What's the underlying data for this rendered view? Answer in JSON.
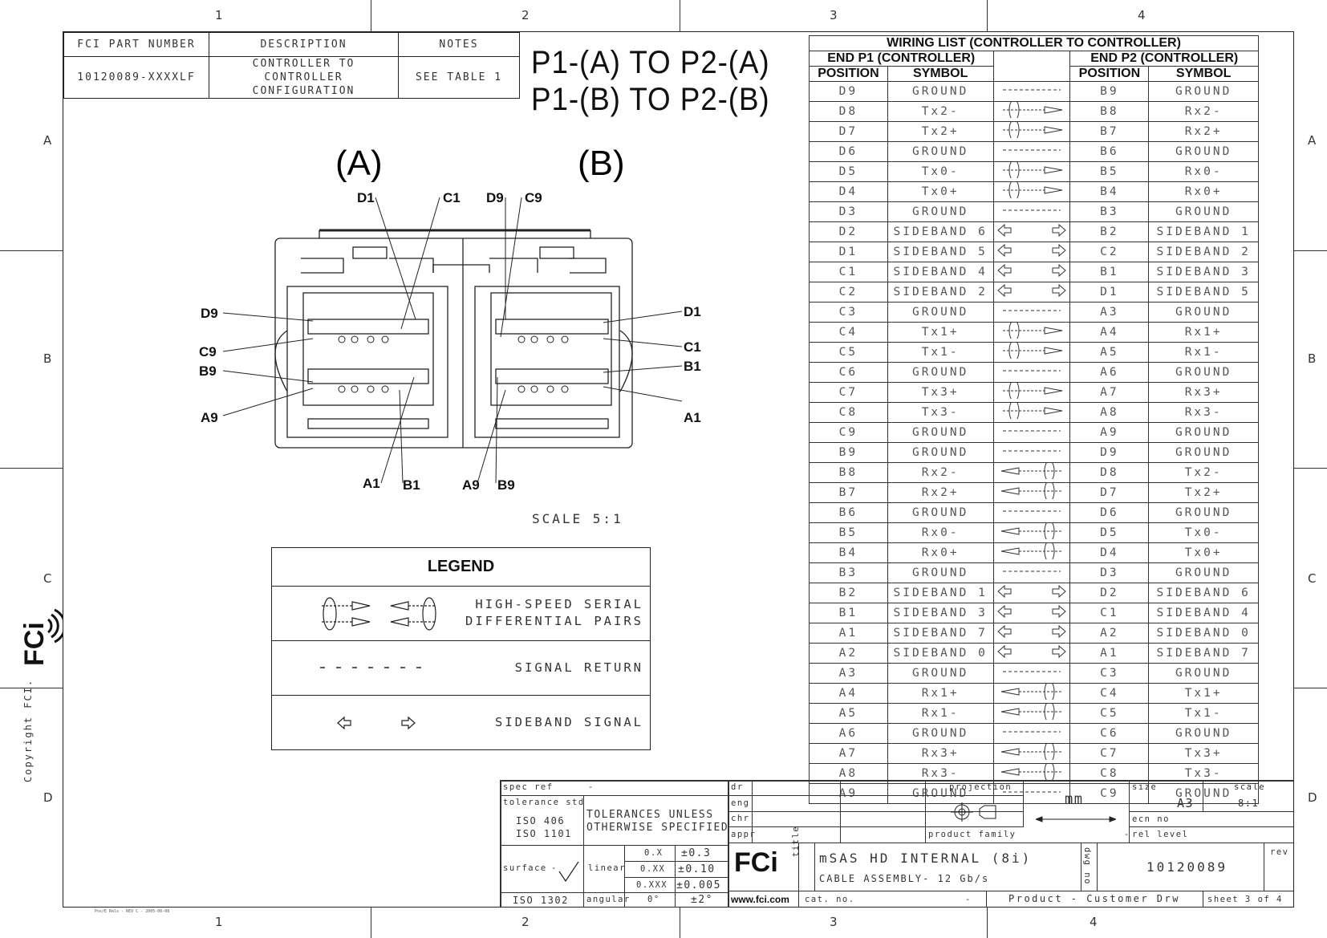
{
  "zones": {
    "cols": [
      "1",
      "2",
      "3",
      "4"
    ],
    "rows": [
      "A",
      "B",
      "C",
      "D"
    ]
  },
  "part_table": {
    "headers": [
      "FCI PART NUMBER",
      "DESCRIPTION",
      "NOTES"
    ],
    "part_number": "10120089-XXXXLF",
    "description_1": "CONTROLLER TO CONTROLLER",
    "description_2": "CONFIGURATION",
    "notes": "SEE TABLE 1"
  },
  "config_title": [
    "P1-(A)  TO  P2-(A)",
    "P1-(B)  TO  P2-(B)"
  ],
  "connector_view": {
    "label_a": "(A)",
    "label_b": "(B)",
    "callouts": {
      "d1_a": "D1",
      "c1_a": "C1",
      "d9_b": "D9",
      "c9_b": "C9",
      "d9": "D9",
      "c9": "C9",
      "b9": "B9",
      "a9": "A9",
      "d1": "D1",
      "c1": "C1",
      "b1": "B1",
      "a1": "A1",
      "a1_bot": "A1",
      "b1_bot": "B1",
      "a9_bot": "A9",
      "b9_bot": "B9"
    },
    "scale": "SCALE  5:1"
  },
  "legend": {
    "title": "LEGEND",
    "item1_1": "HIGH-SPEED SERIAL",
    "item1_2": "DIFFERENTIAL PAIRS",
    "item2": "SIGNAL RETURN",
    "item3": "SIDEBAND SIGNAL"
  },
  "wiring_list": {
    "title": "WIRING LIST (CONTROLLER TO CONTROLLER)",
    "end_p1": "END P1 (CONTROLLER)",
    "end_p2": "END P2 (CONTROLLER)",
    "col_position": "POSITION",
    "col_symbol": "SYMBOL",
    "rows": [
      {
        "p1": "D9",
        "s1": "GROUND",
        "t": "gnd",
        "p2": "B9",
        "s2": "GROUND"
      },
      {
        "p1": "D8",
        "s1": "Tx2-",
        "t": "right",
        "p2": "B8",
        "s2": "Rx2-"
      },
      {
        "p1": "D7",
        "s1": "Tx2+",
        "t": "right",
        "p2": "B7",
        "s2": "Rx2+"
      },
      {
        "p1": "D6",
        "s1": "GROUND",
        "t": "gnd",
        "p2": "B6",
        "s2": "GROUND"
      },
      {
        "p1": "D5",
        "s1": "Tx0-",
        "t": "right",
        "p2": "B5",
        "s2": "Rx0-"
      },
      {
        "p1": "D4",
        "s1": "Tx0+",
        "t": "right",
        "p2": "B4",
        "s2": "Rx0+"
      },
      {
        "p1": "D3",
        "s1": "GROUND",
        "t": "gnd",
        "p2": "B3",
        "s2": "GROUND"
      },
      {
        "p1": "D2",
        "s1": "SIDEBAND 6",
        "t": "side",
        "p2": "B2",
        "s2": "SIDEBAND 1"
      },
      {
        "p1": "D1",
        "s1": "SIDEBAND 5",
        "t": "side",
        "p2": "C2",
        "s2": "SIDEBAND 2"
      },
      {
        "p1": "C1",
        "s1": "SIDEBAND 4",
        "t": "side",
        "p2": "B1",
        "s2": "SIDEBAND 3"
      },
      {
        "p1": "C2",
        "s1": "SIDEBAND 2",
        "t": "side",
        "p2": "D1",
        "s2": "SIDEBAND 5"
      },
      {
        "p1": "C3",
        "s1": "GROUND",
        "t": "gnd",
        "p2": "A3",
        "s2": "GROUND"
      },
      {
        "p1": "C4",
        "s1": "Tx1+",
        "t": "right",
        "p2": "A4",
        "s2": "Rx1+"
      },
      {
        "p1": "C5",
        "s1": "Tx1-",
        "t": "right",
        "p2": "A5",
        "s2": "Rx1-"
      },
      {
        "p1": "C6",
        "s1": "GROUND",
        "t": "gnd",
        "p2": "A6",
        "s2": "GROUND"
      },
      {
        "p1": "C7",
        "s1": "Tx3+",
        "t": "right",
        "p2": "A7",
        "s2": "Rx3+"
      },
      {
        "p1": "C8",
        "s1": "Tx3-",
        "t": "right",
        "p2": "A8",
        "s2": "Rx3-"
      },
      {
        "p1": "C9",
        "s1": "GROUND",
        "t": "gnd",
        "p2": "A9",
        "s2": "GROUND"
      },
      {
        "p1": "B9",
        "s1": "GROUND",
        "t": "gnd",
        "p2": "D9",
        "s2": "GROUND"
      },
      {
        "p1": "B8",
        "s1": "Rx2-",
        "t": "left",
        "p2": "D8",
        "s2": "Tx2-"
      },
      {
        "p1": "B7",
        "s1": "Rx2+",
        "t": "left",
        "p2": "D7",
        "s2": "Tx2+"
      },
      {
        "p1": "B6",
        "s1": "GROUND",
        "t": "gnd",
        "p2": "D6",
        "s2": "GROUND"
      },
      {
        "p1": "B5",
        "s1": "Rx0-",
        "t": "left",
        "p2": "D5",
        "s2": "Tx0-"
      },
      {
        "p1": "B4",
        "s1": "Rx0+",
        "t": "left",
        "p2": "D4",
        "s2": "Tx0+"
      },
      {
        "p1": "B3",
        "s1": "GROUND",
        "t": "gnd",
        "p2": "D3",
        "s2": "GROUND"
      },
      {
        "p1": "B2",
        "s1": "SIDEBAND 1",
        "t": "side",
        "p2": "D2",
        "s2": "SIDEBAND 6"
      },
      {
        "p1": "B1",
        "s1": "SIDEBAND 3",
        "t": "side",
        "p2": "C1",
        "s2": "SIDEBAND 4"
      },
      {
        "p1": "A1",
        "s1": "SIDEBAND 7",
        "t": "side",
        "p2": "A2",
        "s2": "SIDEBAND 0"
      },
      {
        "p1": "A2",
        "s1": "SIDEBAND 0",
        "t": "side",
        "p2": "A1",
        "s2": "SIDEBAND 7"
      },
      {
        "p1": "A3",
        "s1": "GROUND",
        "t": "gnd",
        "p2": "C3",
        "s2": "GROUND"
      },
      {
        "p1": "A4",
        "s1": "Rx1+",
        "t": "left",
        "p2": "C4",
        "s2": "Tx1+"
      },
      {
        "p1": "A5",
        "s1": "Rx1-",
        "t": "left",
        "p2": "C5",
        "s2": "Tx1-"
      },
      {
        "p1": "A6",
        "s1": "GROUND",
        "t": "gnd",
        "p2": "C6",
        "s2": "GROUND"
      },
      {
        "p1": "A7",
        "s1": "Rx3+",
        "t": "left",
        "p2": "C7",
        "s2": "Tx3+"
      },
      {
        "p1": "A8",
        "s1": "Rx3-",
        "t": "left",
        "p2": "C8",
        "s2": "Tx3-"
      },
      {
        "p1": "A9",
        "s1": "GROUND",
        "t": "gnd",
        "p2": "C9",
        "s2": "GROUND"
      }
    ]
  },
  "title_block": {
    "spec_ref": "spec ref",
    "spec_ref_val": "-",
    "tolerance_std": "tolerance std",
    "iso406": "ISO 406",
    "iso1101": "ISO 1101",
    "tol_unless_1": "TOLERANCES UNLESS",
    "tol_unless_2": "OTHERWISE SPECIFIED",
    "surface": "surface",
    "surface_val": "-",
    "iso1302": "ISO 1302",
    "linear": "linear",
    "angular": "angular",
    "t1": "0.X",
    "v1": "±0.3",
    "t2": "0.XX",
    "v2": "±0.10",
    "t3": "0.XXX",
    "v3": "±0.005",
    "ang_t": "0°",
    "ang_v": "±2°",
    "dr": "dr",
    "eng": "eng",
    "chr": "chr",
    "appr": "appr",
    "projection": "projection",
    "units": "mm",
    "product_family": "product family",
    "product_family_val": "-",
    "size": "size",
    "size_val": "A3",
    "scale": "scale",
    "scale_val": "8:1",
    "ecn_no": "ecn no",
    "rel_level": "rel level",
    "title_label": "title",
    "title_1": "mSAS HD INTERNAL (8i)",
    "title_2": "CABLE ASSEMBLY- 12 Gb/s",
    "dwg_no": "dwg no",
    "dwg_val": "10120089",
    "rev": "rev",
    "cat_no": "cat. no.",
    "cat_val": "-",
    "product_customer": "Product - Customer Drw",
    "sheet": "sheet 3 of 4",
    "web": "www.fci.com",
    "logo": "FCi"
  },
  "copyright": "Copyright FCI.",
  "footnote": "Pos/E Rels - REV C - 2005-06-08"
}
